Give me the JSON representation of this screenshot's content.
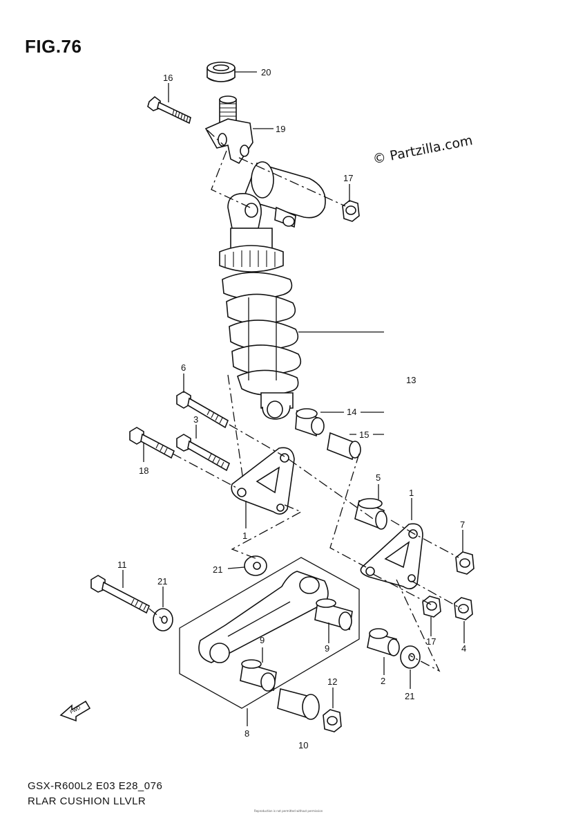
{
  "figure": {
    "title": "FIG.76",
    "watermark": "© Partzilla.com",
    "model_code": "GSX-R600L2 E03 E28_076",
    "diagram_name": "RLAR CUSHION LLVLR",
    "footnote": "Reproduction is not permitted without permission"
  },
  "icons": {
    "front_arrow": "front-direction-arrow-icon",
    "front_arrow_text": "FWD"
  },
  "callouts": [
    {
      "id": "20",
      "label": "20"
    },
    {
      "id": "16",
      "label": "16"
    },
    {
      "id": "19",
      "label": "19"
    },
    {
      "id": "17a",
      "label": "17"
    },
    {
      "id": "13",
      "label": "13"
    },
    {
      "id": "6",
      "label": "6"
    },
    {
      "id": "3",
      "label": "3"
    },
    {
      "id": "14",
      "label": "14"
    },
    {
      "id": "15",
      "label": "15"
    },
    {
      "id": "18",
      "label": "18"
    },
    {
      "id": "5",
      "label": "5"
    },
    {
      "id": "1a",
      "label": "1"
    },
    {
      "id": "1b",
      "label": "1"
    },
    {
      "id": "7",
      "label": "7"
    },
    {
      "id": "21a",
      "label": "21"
    },
    {
      "id": "11",
      "label": "11"
    },
    {
      "id": "21b",
      "label": "21"
    },
    {
      "id": "9a",
      "label": "9"
    },
    {
      "id": "9b",
      "label": "9"
    },
    {
      "id": "17b",
      "label": "17"
    },
    {
      "id": "4",
      "label": "4"
    },
    {
      "id": "2",
      "label": "2"
    },
    {
      "id": "21c",
      "label": "21"
    },
    {
      "id": "12",
      "label": "12"
    },
    {
      "id": "8",
      "label": "8"
    },
    {
      "id": "10",
      "label": "10"
    }
  ]
}
